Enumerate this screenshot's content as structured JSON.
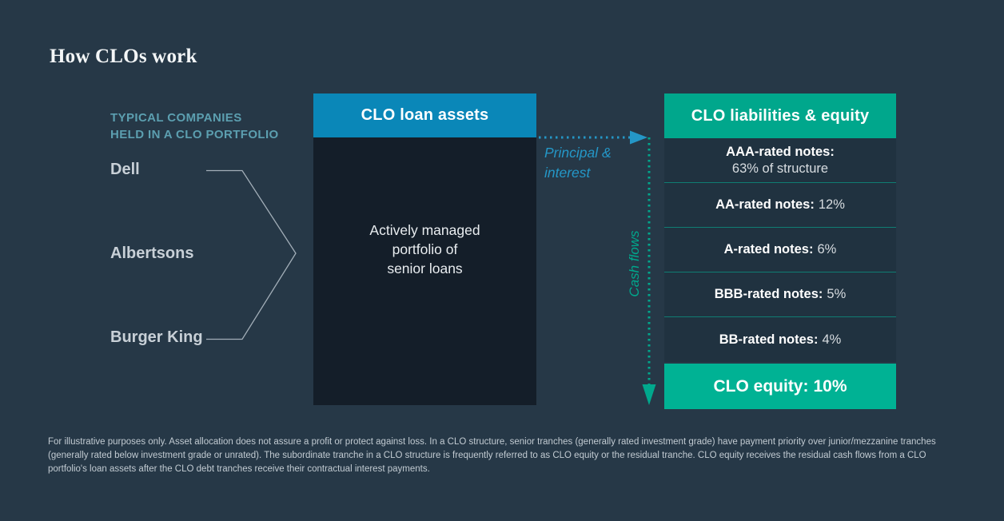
{
  "title": "How CLOs work",
  "portfolio_label": {
    "line1": "TYPICAL COMPANIES",
    "line2": "HELD IN A CLO PORTFOLIO"
  },
  "companies": [
    "Dell",
    "Albertsons",
    "Burger King"
  ],
  "assets_box": {
    "header": "CLO loan assets",
    "body_line1": "Actively managed",
    "body_line2": "portfolio of",
    "body_line3": "senior loans"
  },
  "flow_labels": {
    "principal_line1": "Principal &",
    "principal_line2": "interest",
    "cash_flows": "Cash flows"
  },
  "liabilities_box": {
    "header": "CLO liabilities & equity",
    "rows": [
      {
        "label": "AAA-rated notes:",
        "value": "63% of structure"
      },
      {
        "label": "AA-rated notes:",
        "value": "12%"
      },
      {
        "label": "A-rated notes:",
        "value": "6%"
      },
      {
        "label": "BBB-rated notes:",
        "value": "5%"
      },
      {
        "label": "BB-rated notes:",
        "value": "4%"
      }
    ],
    "equity_row": {
      "label": "CLO equity:",
      "value": "10%"
    }
  },
  "footnote": "For illustrative purposes only. Asset allocation does not assure a profit or protect against loss. In a CLO structure, senior tranches (generally rated investment grade) have payment priority over junior/mezzanine tranches (generally rated below investment grade or unrated). The subordinate tranche in a CLO structure is frequently referred to as CLO equity or the residual tranche. CLO equity receives the residual cash flows from a CLO portfolio's loan assets after the CLO debt tranches receive their contractual interest payments.",
  "colors": {
    "background": "#263847",
    "assets_header_blue": "#0a87b8",
    "assets_body_dark": "#141e29",
    "liabilities_header_green": "#00a78c",
    "equity_green": "#00b294",
    "row_background": "#203240",
    "row_separator_teal": "#107d73",
    "principal_arrow_blue": "#2497c7",
    "cash_flows_teal": "#00a88d",
    "portfolio_label_teal": "#5c9fb0"
  }
}
